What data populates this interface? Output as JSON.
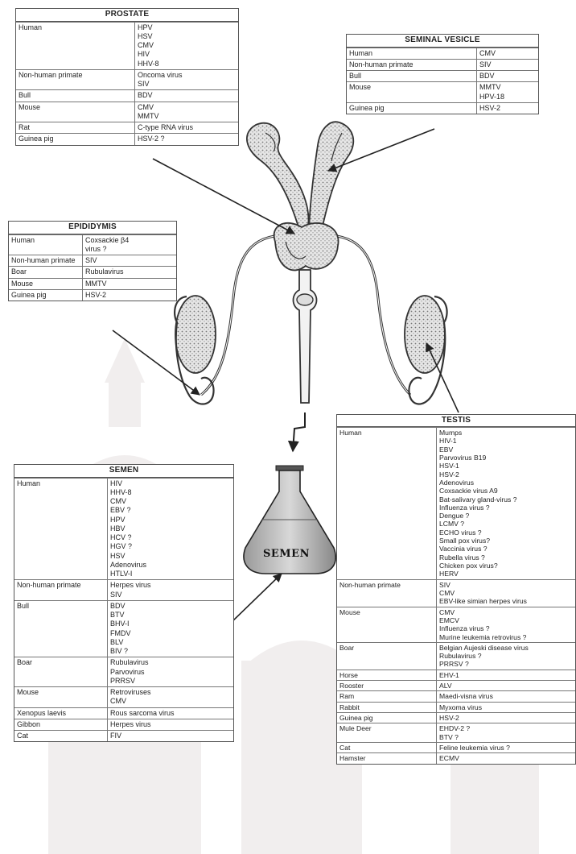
{
  "tables": {
    "prostate": {
      "title": "PROSTATE",
      "rows": [
        {
          "species": "Human",
          "viruses": [
            "HPV",
            "HSV",
            "CMV",
            "HIV",
            "HHV-8"
          ]
        },
        {
          "species": "Non-human primate",
          "viruses": [
            "Oncoma virus",
            "SIV"
          ]
        },
        {
          "species": "Bull",
          "viruses": [
            "BDV"
          ]
        },
        {
          "species": "Mouse",
          "viruses": [
            "CMV",
            "MMTV"
          ]
        },
        {
          "species": "Rat",
          "viruses": [
            "C-type RNA virus"
          ]
        },
        {
          "species": "Guinea pig",
          "viruses": [
            "HSV-2 ?"
          ]
        }
      ]
    },
    "seminal_vesicle": {
      "title": "SEMINAL VESICLE",
      "rows": [
        {
          "species": "Human",
          "viruses": [
            "CMV"
          ]
        },
        {
          "species": "Non-human primate",
          "viruses": [
            "SIV"
          ]
        },
        {
          "species": "Bull",
          "viruses": [
            "BDV"
          ]
        },
        {
          "species": "Mouse",
          "viruses": [
            "MMTV",
            "HPV-18"
          ]
        },
        {
          "species": "Guinea pig",
          "viruses": [
            "HSV-2"
          ]
        }
      ]
    },
    "epididymis": {
      "title": "EPIDIDYMIS",
      "rows": [
        {
          "species": "Human",
          "viruses": [
            "Coxsackie β4",
            "virus ?"
          ]
        },
        {
          "species": "Non-human primate",
          "viruses": [
            "SIV"
          ]
        },
        {
          "species": "Boar",
          "viruses": [
            "Rubulavirus"
          ]
        },
        {
          "species": "Mouse",
          "viruses": [
            "MMTV"
          ]
        },
        {
          "species": "Guinea pig",
          "viruses": [
            "HSV-2"
          ]
        }
      ]
    },
    "testis": {
      "title": "TESTIS",
      "rows": [
        {
          "species": "Human",
          "viruses": [
            "Mumps",
            "HIV-1",
            "EBV",
            "Parvovirus B19",
            "HSV-1",
            "HSV-2",
            "Adenovirus",
            "Coxsackie virus A9",
            "Bat-salivary gland-virus ?",
            "Influenza virus ?",
            "Dengue ?",
            "LCMV ?",
            "ECHO virus ?",
            "Small pox virus?",
            "Vaccinia virus ?",
            "Rubella virus ?",
            "Chicken pox virus?",
            "HERV"
          ]
        },
        {
          "species": "Non-human primate",
          "viruses": [
            "SIV",
            "CMV",
            "EBV-like simian herpes virus"
          ]
        },
        {
          "species": "Mouse",
          "viruses": [
            "CMV",
            "EMCV",
            "Influenza virus ?",
            "Murine leukemia retrovirus ?"
          ]
        },
        {
          "species": "Boar",
          "viruses": [
            "Belgian Aujeski disease virus",
            "Rubulavirus ?",
            "PRRSV ?"
          ]
        },
        {
          "species": "Horse",
          "viruses": [
            "EHV-1"
          ]
        },
        {
          "species": "Rooster",
          "viruses": [
            "ALV"
          ]
        },
        {
          "species": "Ram",
          "viruses": [
            "Maedi-visna virus"
          ]
        },
        {
          "species": "Rabbit",
          "viruses": [
            "Myxoma virus"
          ]
        },
        {
          "species": "Guinea pig",
          "viruses": [
            "HSV-2"
          ]
        },
        {
          "species": "Mule Deer",
          "viruses": [
            "EHDV-2 ?",
            "BTV ?"
          ]
        },
        {
          "species": "Cat",
          "viruses": [
            "Feline leukemia virus ?"
          ]
        },
        {
          "species": "Hamster",
          "viruses": [
            "ECMV"
          ]
        }
      ]
    },
    "semen": {
      "title": "SEMEN",
      "rows": [
        {
          "species": "Human",
          "viruses": [
            "HIV",
            "HHV-8",
            "CMV",
            "EBV ?",
            "HPV",
            "HBV",
            "HCV ?",
            "HGV ?",
            "HSV",
            "Adenovirus",
            "HTLV-I"
          ]
        },
        {
          "species": "Non-human primate",
          "viruses": [
            "Herpes virus",
            "SIV"
          ]
        },
        {
          "species": "Bull",
          "viruses": [
            "BDV",
            "BTV",
            "BHV-I",
            "FMDV",
            "BLV",
            "BIV ?"
          ]
        },
        {
          "species": "Boar",
          "viruses": [
            "Rubulavirus",
            "Parvovirus",
            "PRRSV"
          ]
        },
        {
          "species": "Mouse",
          "viruses": [
            "Retroviruses",
            "CMV"
          ]
        },
        {
          "species": "Xenopus laevis",
          "viruses": [
            "Rous sarcoma virus"
          ]
        },
        {
          "species": "Gibbon",
          "viruses": [
            "Herpes virus"
          ]
        },
        {
          "species": "Cat",
          "viruses": [
            "FIV"
          ]
        }
      ]
    }
  },
  "flask_label": "SEMEN"
}
